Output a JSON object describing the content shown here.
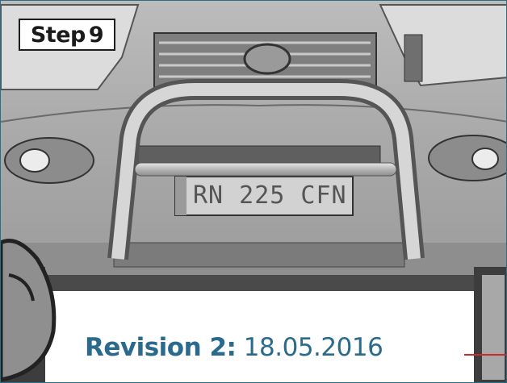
{
  "step": {
    "label": "Step",
    "number": "9"
  },
  "revision": {
    "label": "Revision 2:",
    "date": "18.05.2016"
  },
  "license_plate": "RN 225 CFN",
  "colors": {
    "revision_text": "#2a6a8d",
    "badge_border": "#1e1e1e",
    "accent_line": "#cc2a2a"
  }
}
